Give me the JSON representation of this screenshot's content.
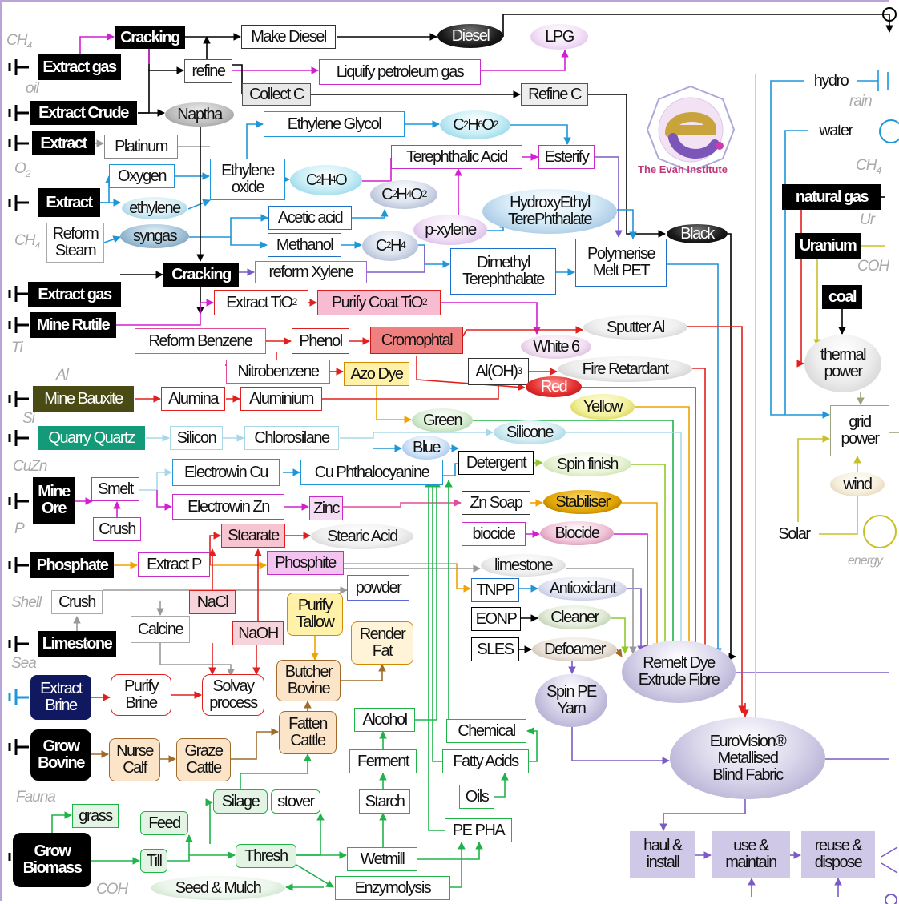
{
  "labels": {
    "ch4_1": "CH4",
    "oil": "oil",
    "o2": "O2",
    "ch4_2": "CH4",
    "ti": "Ti",
    "al": "Al",
    "si": "Si",
    "cuzn": "CuZn",
    "p": "P",
    "shell": "Shell",
    "sea": "Sea",
    "fauna": "Fauna",
    "coh_1": "COH",
    "rain": "rain",
    "ch4_3": "CH4",
    "ur": "Ur",
    "coh_2": "COH",
    "energy": "energy"
  },
  "logo": {
    "name": "The Evah Institute"
  },
  "nodes": {
    "extract_gas": "Extract gas",
    "extract_crude": "Extract Crude",
    "extract_pt": "Extract",
    "extract_o2": "Extract",
    "reform_steam": "Reform\nSteam",
    "extract_gas2": "Extract gas",
    "mine_rutile": "Mine Rutile",
    "mine_bauxite": "Mine Bauxite",
    "quarry_quartz": "Quarry Quartz",
    "mine_ore": "Mine\nOre",
    "phosphate": "Phosphate",
    "limestone_src": "Limestone",
    "extract_brine": "Extract\nBrine",
    "grow_bovine": "Grow\nBovine",
    "grow_biomass": "Grow\nBiomass",
    "cracking1": "Cracking",
    "make_diesel": "Make Diesel",
    "diesel": "Diesel",
    "lpg": "LPG",
    "refine": "refine",
    "liquify": "Liquify petroleum gas",
    "collect_c": "Collect C",
    "refine_c": "Refine C",
    "naptha": "Naptha",
    "platinum": "Platinum",
    "ethylene_glycol": "Ethylene Glycol",
    "c2h6o2": "C2H6O2",
    "terephthalic": "Terephthalic Acid",
    "esterify": "Esterify",
    "oxygen": "Oxygen",
    "ethylene_oxide": "Ethylene\noxide",
    "c2h4o": "C2H4O",
    "c2h4o2": "C2H4O2",
    "hydroxyethyl": "HydroxyEthyl\nTerePhthalate",
    "ethylene": "ethylene",
    "acetic_acid": "Acetic acid",
    "p_xylene": "p-xylene",
    "syngas": "syngas",
    "methanol": "Methanol",
    "c2h4": "C2H4",
    "dimethyl": "Dimethyl\nTerephthalate",
    "polymerise": "Polymerise\nMelt PET",
    "black": "Black",
    "cracking2": "Cracking",
    "reform_xylene": "reform Xylene",
    "extract_tio2": "Extract TiO2",
    "purify_tio2": "Purify Coat TiO2",
    "reform_benzene": "Reform Benzene",
    "phenol": "Phenol",
    "cromophtal": "Cromophtal",
    "white6": "White 6",
    "sputter_al": "Sputter Al",
    "nitrobenzene": "Nitrobenzene",
    "azo_dye": "Azo Dye",
    "aloh3": "Al(OH)3",
    "fire_retardant": "Fire Retardant",
    "red": "Red",
    "alumina": "Alumina",
    "aluminium": "Aluminium",
    "yellow": "Yellow",
    "green": "Green",
    "silicon": "Silicon",
    "chlorosilane": "Chlorosilane",
    "silicone": "Silicone",
    "blue": "Blue",
    "electrowin_cu": "Electrowin Cu",
    "cu_phthalo": "Cu Phthalocyanine",
    "detergent": "Detergent",
    "spin_finish": "Spin finish",
    "smelt": "Smelt",
    "electrowin_zn": "Electrowin Zn",
    "zinc": "Zinc",
    "zn_soap": "Zn Soap",
    "stabiliser": "Stabiliser",
    "crush1": "Crush",
    "stearate": "Stearate",
    "stearic_acid": "Stearic Acid",
    "biocide_box": "biocide",
    "biocide": "Biocide",
    "extract_p": "Extract P",
    "phosphite": "Phosphite",
    "limestone": "limestone",
    "powder": "powder",
    "tnpp": "TNPP",
    "antioxidant": "Antioxidant",
    "crush2": "Crush",
    "nacl": "NaCl",
    "purify_tallow": "Purify\nTallow",
    "calcine": "Calcine",
    "naoh": "NaOH",
    "render_fat": "Render\nFat",
    "eonp": "EONP",
    "cleaner": "Cleaner",
    "sles": "SLES",
    "defoamer": "Defoamer",
    "remelt": "Remelt Dye\nExtrude Fibre",
    "purify_brine": "Purify\nBrine",
    "solvay": "Solvay\nprocess",
    "butcher": "Butcher\nBovine",
    "spin_pe": "Spin PE\nYarn",
    "alcohol": "Alcohol",
    "chemical": "Chemical",
    "nurse_calf": "Nurse\nCalf",
    "graze_cattle": "Graze\nCattle",
    "fatten_cattle": "Fatten\nCattle",
    "ferment": "Ferment",
    "fatty_acids": "Fatty Acids",
    "eurovision": "EuroVision®\nMetallised\nBlind Fabric",
    "grass": "grass",
    "silage": "Silage",
    "stover": "stover",
    "feed": "Feed",
    "starch": "Starch",
    "oils": "Oils",
    "pe_pha": "PE PHA",
    "thresh": "Thresh",
    "till": "Till",
    "wetmill": "Wetmill",
    "seed_mulch": "Seed & Mulch",
    "enzymolysis": "Enzymolysis",
    "haul": "haul &\ninstall",
    "use": "use &\nmaintain",
    "reuse": "reuse &\ndispose",
    "hydro": "hydro",
    "water": "water",
    "natural_gas": "natural gas",
    "uranium": "Uranium",
    "coal": "coal",
    "thermal": "thermal\npower",
    "grid": "grid\npower",
    "wind": "wind",
    "solar": "Solar"
  },
  "colors": {
    "magenta": "#d21fd2",
    "black": "#000000",
    "cyan": "#1e96d8",
    "green": "#1fb34a",
    "red": "#e0201e",
    "orange": "#f0a400",
    "brown": "#a06a2a",
    "purple": "#7a5cc4",
    "lime": "#90c828",
    "olive": "#c8c02a",
    "grey": "#999999",
    "pink": "#e04d9a"
  }
}
